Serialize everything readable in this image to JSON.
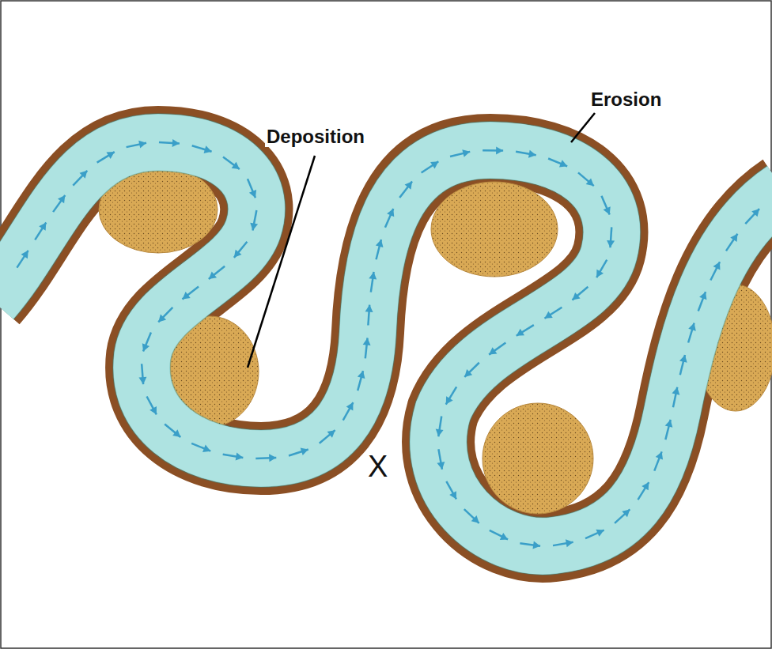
{
  "diagram": {
    "labels": [
      "Deposition",
      "Erosion",
      "X"
    ]
  }
}
